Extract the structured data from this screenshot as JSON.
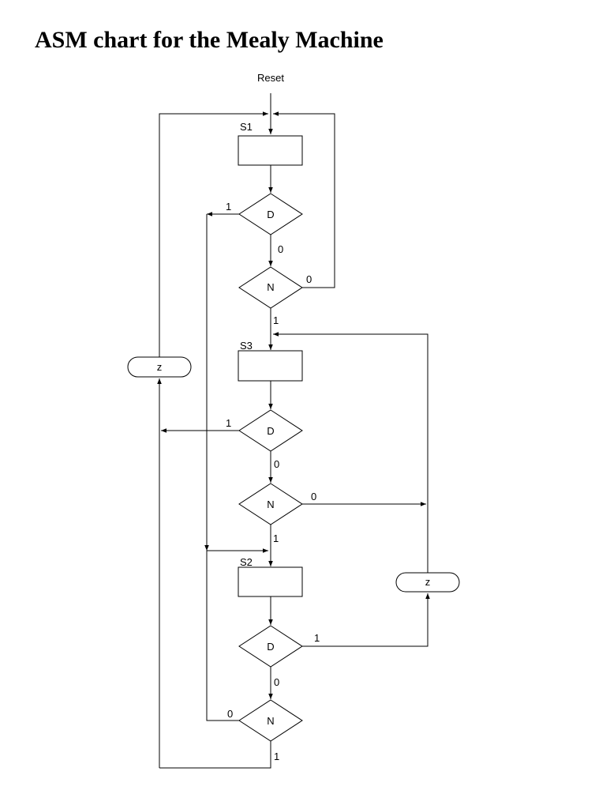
{
  "title": "ASM chart for the Mealy Machine",
  "reset_label": "Reset",
  "states": {
    "s1": "S1",
    "s2": "S2",
    "s3": "S3"
  },
  "inputs": {
    "d": "D",
    "n": "N"
  },
  "outputs": {
    "z": "z"
  },
  "branch": {
    "one": "1",
    "zero": "0"
  }
}
